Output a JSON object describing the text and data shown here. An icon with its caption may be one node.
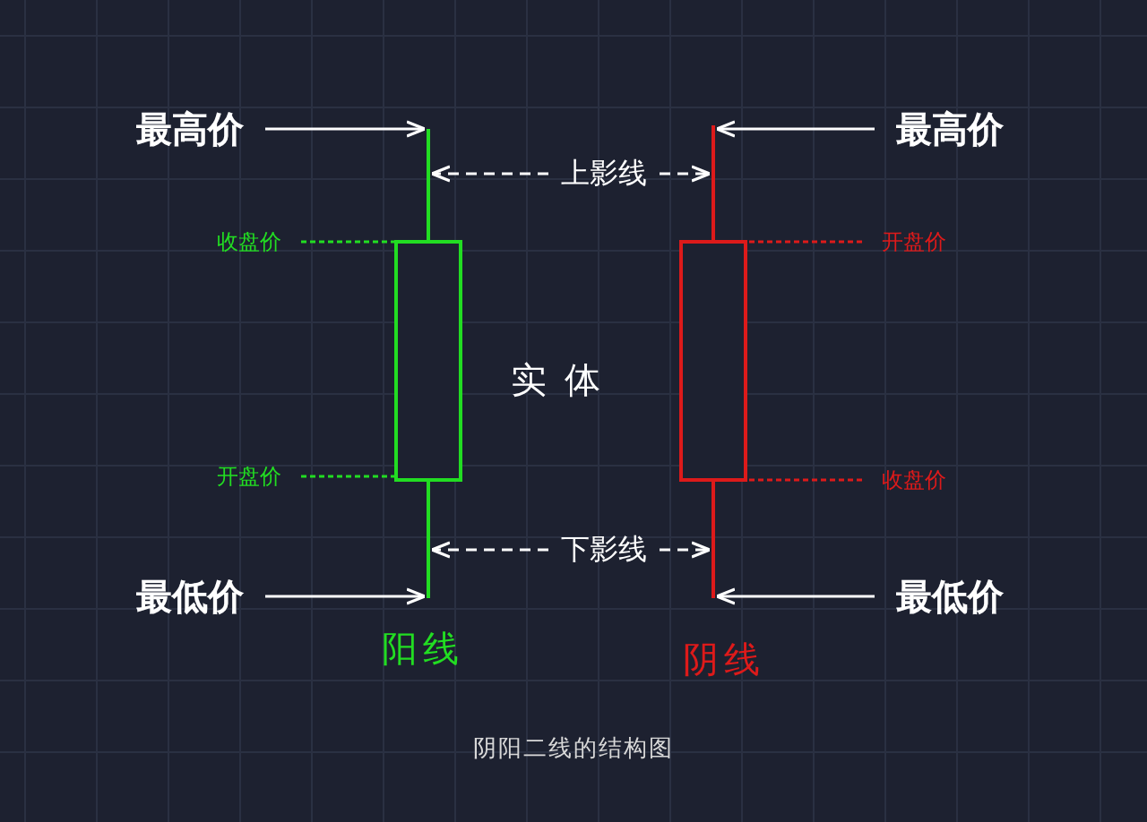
{
  "diagram": {
    "caption": "阴阳二线的结构图",
    "nodes": [
      {
        "text": [
          "最高价"
        ]
      },
      {
        "text": [
          "上影线"
        ]
      },
      {
        "text": [
          "最高价"
        ]
      },
      {
        "text": [
          "收盘价"
        ]
      },
      {
        "text": [
          "开盘价"
        ]
      },
      {
        "text": [],
        "shape": "bar",
        "beside": [
          "阳线"
        ]
      },
      {
        "text": [],
        "shape": "bar",
        "beside": [
          "阴线"
        ]
      },
      {
        "text": [
          "开盘价"
        ]
      },
      {
        "text": [
          "收盘价"
        ]
      },
      {
        "text": [
          "下影线"
        ]
      },
      {
        "text": [
          "最低价"
        ]
      },
      {
        "text": [
          "最低价"
        ]
      }
    ],
    "edges": [
      {
        "from": 0,
        "to": 5,
        "arrow": "to"
      },
      {
        "from": 1,
        "to": 5,
        "arrow": "to",
        "style": "dashed"
      },
      {
        "from": 1,
        "to": 6,
        "arrow": "to",
        "style": "dashed"
      },
      {
        "from": 2,
        "to": 6,
        "arrow": "to"
      },
      {
        "from": 3,
        "to": 5,
        "arrow": "none",
        "style": "dashed",
        "color": "#22dd22"
      },
      {
        "from": 4,
        "to": 6,
        "arrow": "none",
        "style": "dashed",
        "color": "#dd1a1a"
      },
      {
        "from": 7,
        "to": 5,
        "arrow": "none",
        "style": "dashed",
        "color": "#22dd22"
      },
      {
        "from": 8,
        "to": 6,
        "arrow": "none",
        "style": "dashed",
        "color": "#dd1a1a"
      },
      {
        "from": 9,
        "to": 5,
        "arrow": "to",
        "style": "dashed"
      },
      {
        "from": 9,
        "to": 6,
        "arrow": "to",
        "style": "dashed"
      },
      {
        "from": 10,
        "to": 5,
        "arrow": "to"
      },
      {
        "from": 11,
        "to": 6,
        "arrow": "to"
      }
    ],
    "labels": [
      "实体"
    ]
  }
}
